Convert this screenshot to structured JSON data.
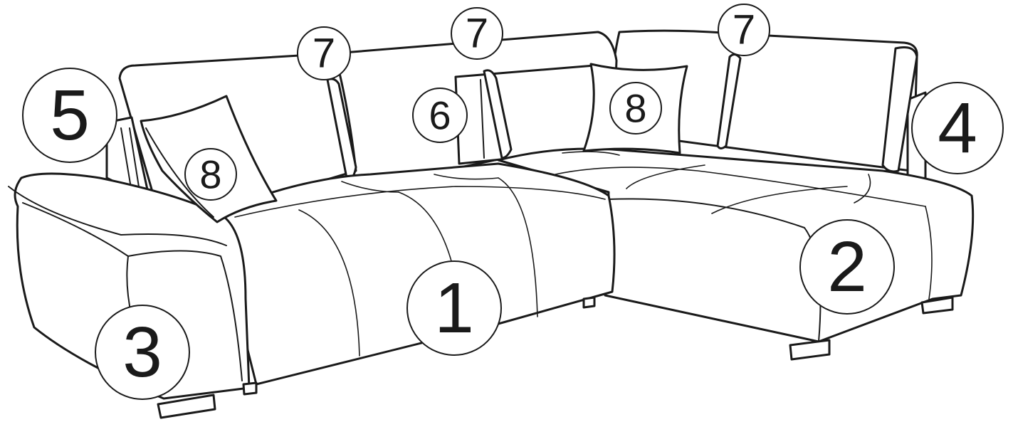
{
  "callouts": {
    "c1": "1",
    "c2": "2",
    "c3": "3",
    "c4": "4",
    "c5": "5",
    "c6": "6",
    "c7a": "7",
    "c7b": "7",
    "c7c": "7",
    "c8a": "8",
    "c8b": "8"
  },
  "colors": {
    "line": "#1a1a1a",
    "background": "#ffffff"
  }
}
